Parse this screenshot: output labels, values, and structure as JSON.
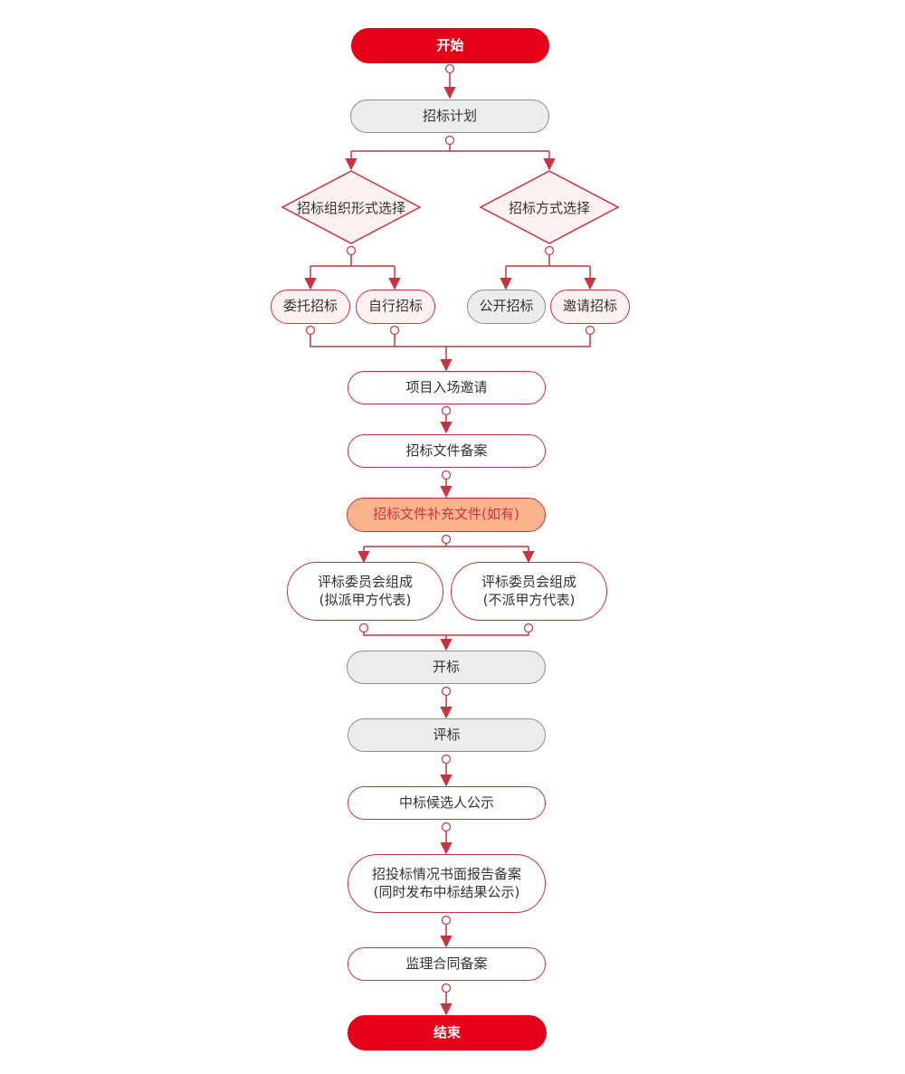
{
  "colors": {
    "accent": "#c8343f",
    "terminal": "#e60018",
    "gray_fill": "#ececec",
    "highlight_fill": "#fbb38e",
    "diamond_fill": "#fdf1f1"
  },
  "nodes": {
    "start": "开始",
    "plan": "招标计划",
    "org_choice": "招标组织形式选择",
    "method_choice": "招标方式选择",
    "entrusted": "委托招标",
    "self": "自行招标",
    "open": "公开招标",
    "invite": "邀请招标",
    "project_entry": "项目入场邀请",
    "doc_filing": "招标文件备案",
    "doc_supplement": "招标文件补充文件(如有)",
    "committee_a": "评标委员会组成\n(拟派甲方代表)",
    "committee_b": "评标委员会组成\n(不派甲方代表)",
    "opening": "开标",
    "evaluation": "评标",
    "candidate": "中标候选人公示",
    "report": "招投标情况书面报告备案\n(同时发布中标结果公示)",
    "contract": "监理合同备案",
    "end": "结束"
  }
}
